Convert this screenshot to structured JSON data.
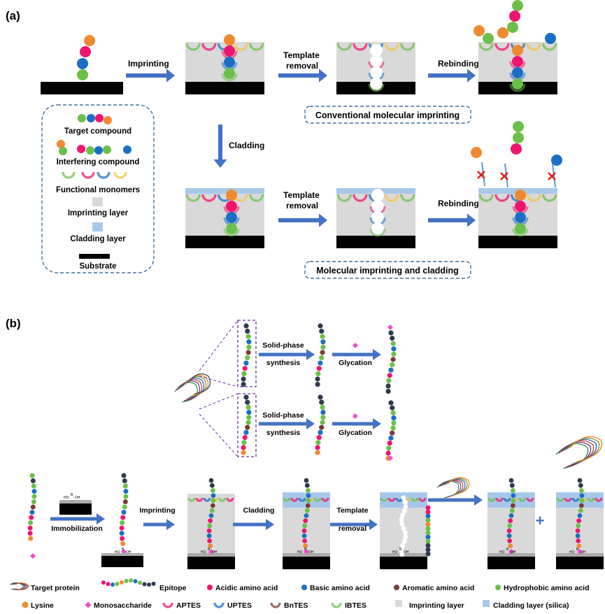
{
  "panel_a": {
    "label": "(a)",
    "steps": {
      "imprinting": "Imprinting",
      "template_removal_line1": "Template",
      "template_removal_line2": "removal",
      "rebinding": "Rebinding",
      "cladding": "Cladding"
    },
    "boxes": {
      "conventional": "Conventional molecular imprinting",
      "cladding": "Molecular imprinting and cladding"
    },
    "legend": {
      "target_compound": "Target compound",
      "interfering_compound": "Interfering compound",
      "functional_monomers": "Functional monomers",
      "imprinting_layer": "Imprinting layer",
      "cladding_layer": "Cladding layer",
      "substrate": "Substrate"
    }
  },
  "panel_b": {
    "label": "(b)",
    "steps": {
      "solid_phase_line1": "Solid-phase",
      "solid_phase_line2": "synthesis",
      "glycation": "Glycation",
      "immobilization": "Immobilization",
      "imprinting": "Imprinting",
      "cladding": "Cladding",
      "template_removal_line1": "Template",
      "template_removal_line2": "removal",
      "plus": "+"
    },
    "legend": {
      "target_protein": "Target protein",
      "epitope": "Epitope",
      "acidic": "Acidic amino acid",
      "basic": "Basic amino acid",
      "aromatic": "Aromatic amino acid",
      "hydrophobic": "Hydrophobic amino acid",
      "lysine": "Lysine",
      "monosaccharide": "Monosaccharide",
      "aptes": "APTES",
      "uptes": "UPTES",
      "bntes": "BnTES",
      "ibtes": "IBTES",
      "imprinting_layer": "Imprinting layer",
      "cladding_layer": "Cladding layer (silica)"
    },
    "chem_text": {
      "ho": "HO",
      "b": "B",
      "oh": "OH"
    }
  },
  "colors": {
    "orange": "#f08a30",
    "pink": "#f0146e",
    "blue": "#1a6fc4",
    "green": "#6cbf4a",
    "dark": "#2e3a4e",
    "brown": "#7b3c36",
    "magenta": "#f04dc8",
    "arrow": "#4472c4",
    "layer": "#d9d9d9",
    "cladding": "#a8c8ea",
    "box_border": "#41719c"
  }
}
